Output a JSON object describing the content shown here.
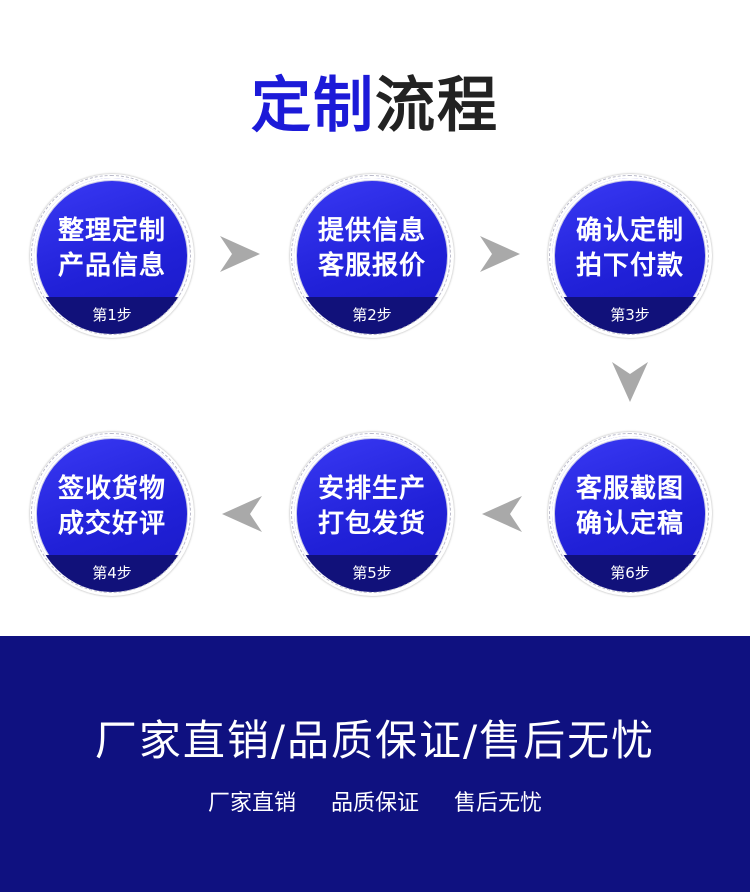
{
  "header": {
    "title_accent": "定制",
    "title_rest": "流程"
  },
  "steps": [
    {
      "line1": "整理定制",
      "line2": "产品信息",
      "label": "第1步"
    },
    {
      "line1": "提供信息",
      "line2": "客服报价",
      "label": "第2步"
    },
    {
      "line1": "确认定制",
      "line2": "拍下付款",
      "label": "第3步"
    },
    {
      "line1": "签收货物",
      "line2": "成交好评",
      "label": "第4步"
    },
    {
      "line1": "安排生产",
      "line2": "打包发货",
      "label": "第5步"
    },
    {
      "line1": "客服截图",
      "line2": "确认定稿",
      "label": "第6步"
    }
  ],
  "footer": {
    "slogan": "厂家直销/品质保证/售后无忧",
    "sub": [
      "厂家直销",
      "品质保证",
      "售后无忧"
    ]
  },
  "colors": {
    "accent_blue": "#1c1ad8",
    "footer_navy": "#0f1180",
    "arrow_gray": "#a9a9a9"
  },
  "icons": {
    "arrow_right": "arrow-right-icon",
    "arrow_down": "arrow-down-icon",
    "arrow_left": "arrow-left-icon"
  }
}
